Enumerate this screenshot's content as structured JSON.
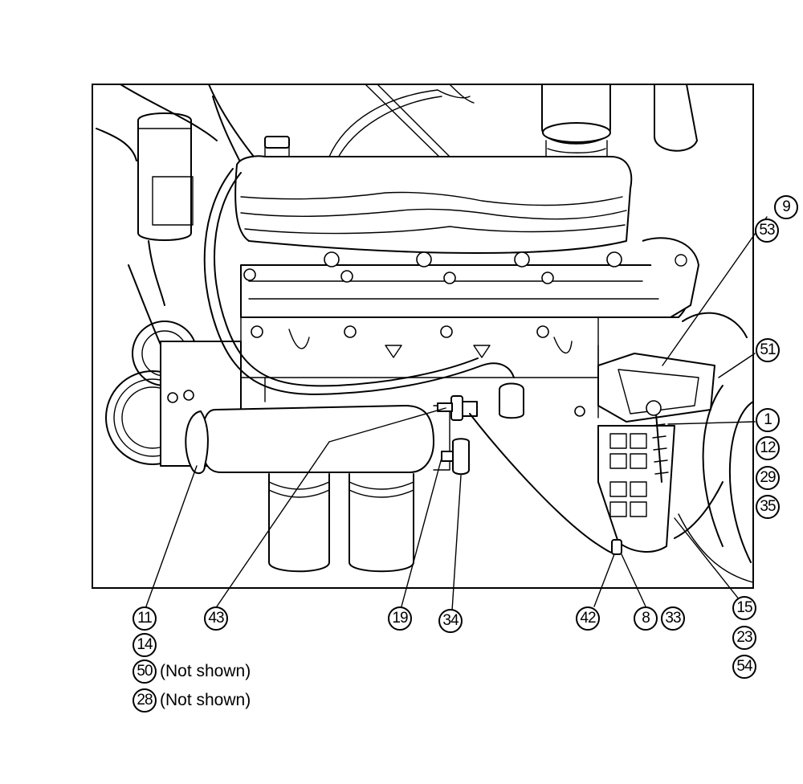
{
  "callouts": {
    "c9": "9",
    "c53": "53",
    "c51": "51",
    "c1": "1",
    "c12": "12",
    "c29": "29",
    "c35": "35",
    "c11": "11",
    "c14": "14",
    "c50": "50",
    "c28": "28",
    "c43": "43",
    "c19": "19",
    "c34": "34",
    "c42": "42",
    "c8": "8",
    "c33": "33",
    "c15": "15",
    "c23": "23",
    "c54": "54"
  },
  "notes": {
    "not_shown_50": "(Not shown)",
    "not_shown_28": "(Not shown)"
  }
}
